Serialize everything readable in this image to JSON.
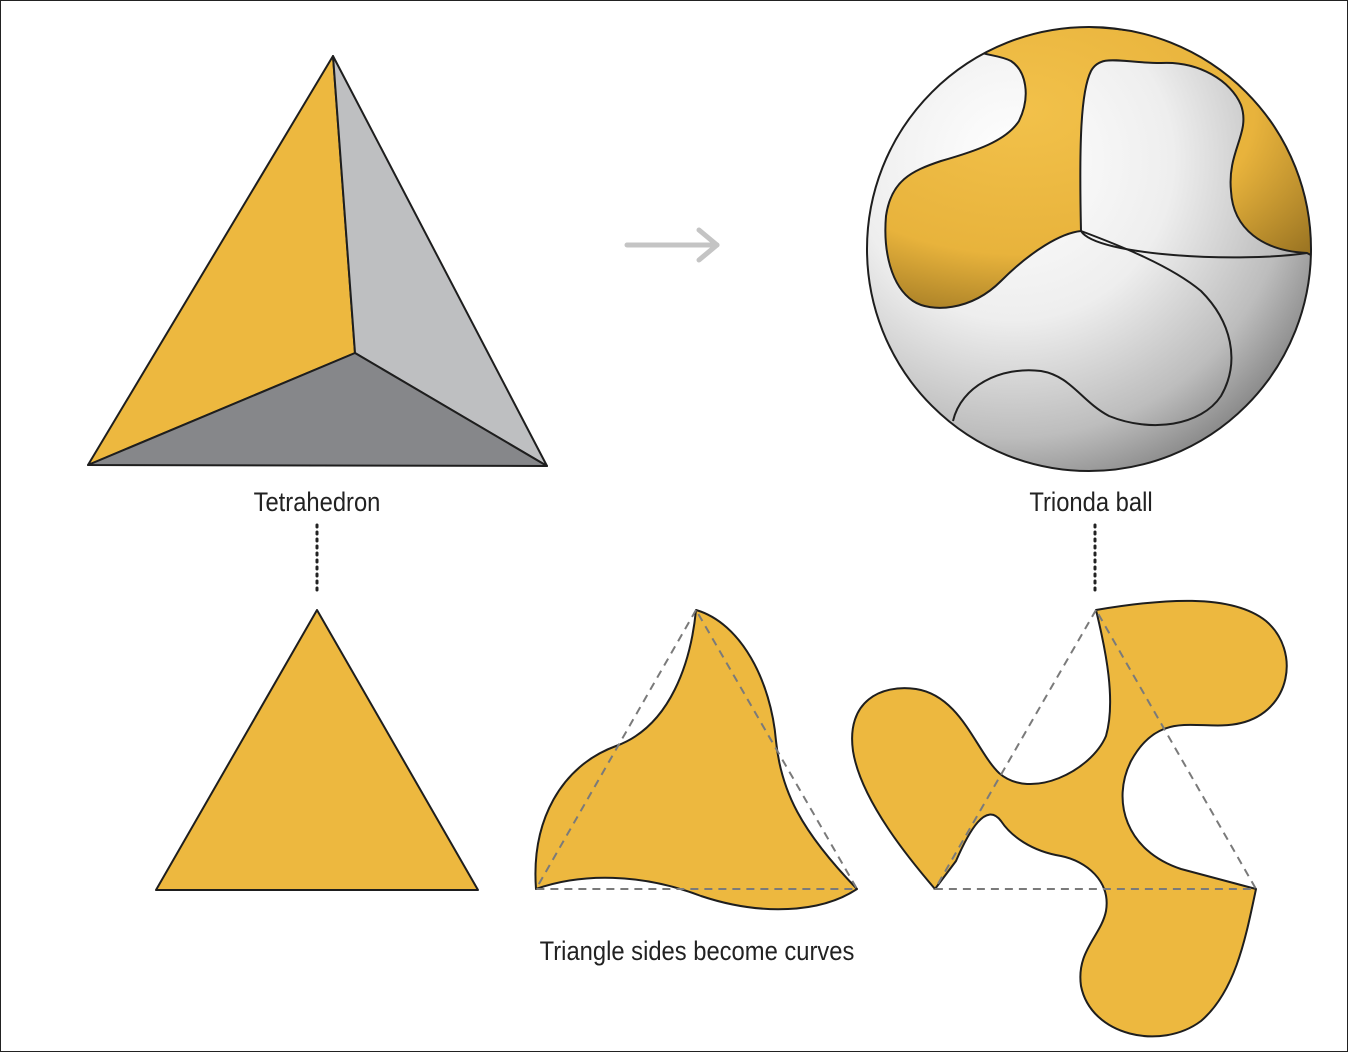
{
  "labels": {
    "tetrahedron": "Tetrahedron",
    "trionda": "Trionda ball",
    "caption": "Triangle sides become curves"
  },
  "colors": {
    "gold": "#EDB83F",
    "light_gray": "#BEBFC1",
    "dark_gray": "#86878A",
    "outline": "#1E1E1E",
    "arrow": "#C4C4C4",
    "dashed": "#7A7A7A"
  }
}
